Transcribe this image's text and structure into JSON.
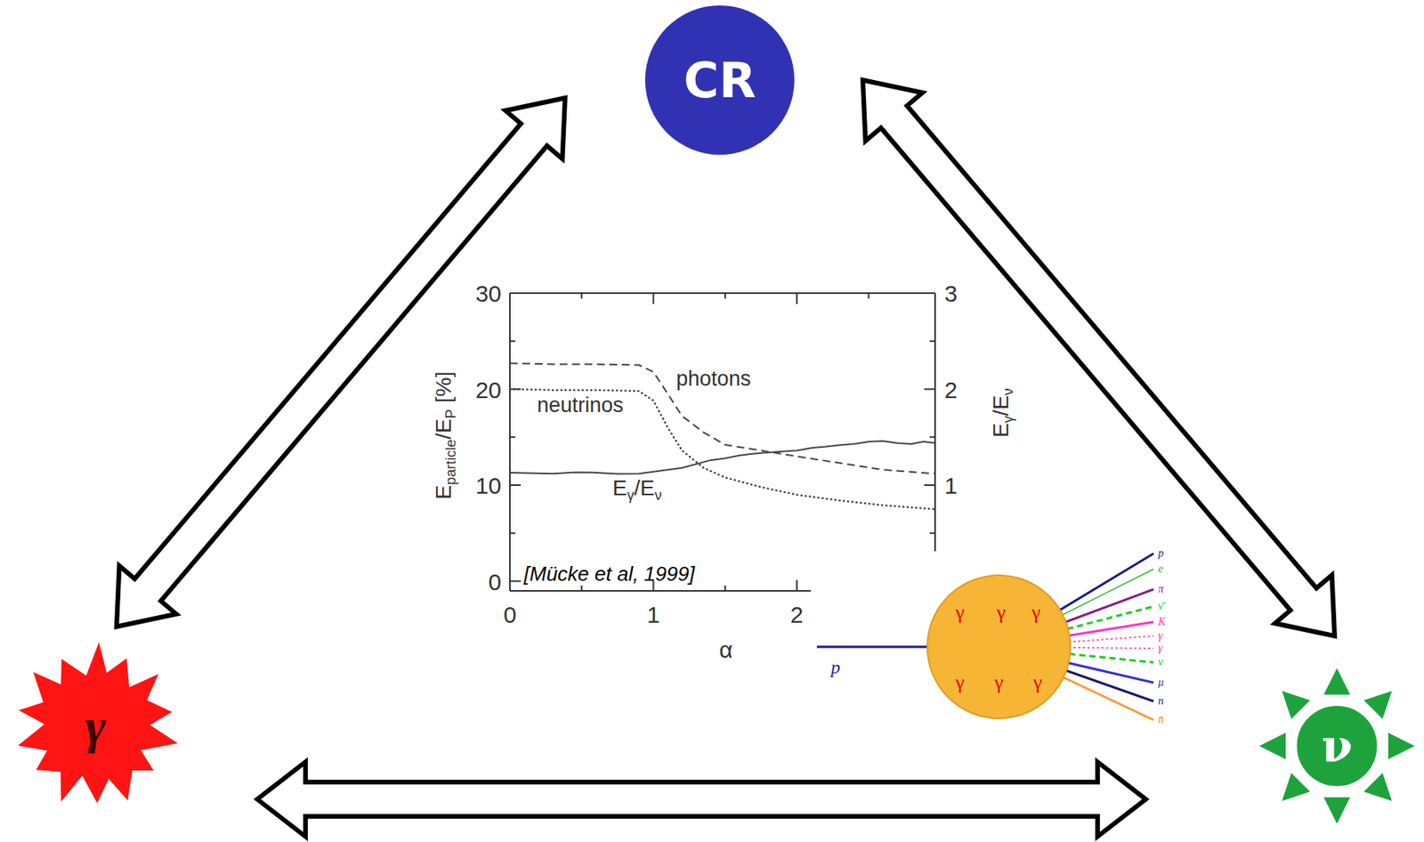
{
  "diagram": {
    "nodes": [
      {
        "text": [
          "CR"
        ]
      },
      {
        "text": [
          "γ"
        ]
      },
      {
        "text": [
          "ν"
        ]
      },
      {
        "text": [
          "γ",
          "γ",
          "γ",
          "γ",
          "γ",
          "γ"
        ]
      }
    ],
    "edges": [
      {
        "from": 0,
        "to": 1,
        "arrow": "both"
      },
      {
        "from": 0,
        "to": 2,
        "arrow": "both"
      },
      {
        "from": 1,
        "to": 2,
        "arrow": "both"
      }
    ],
    "labels": [
      "30",
      "20",
      "10",
      "0",
      "3",
      "2",
      "1",
      "0",
      "1",
      "2",
      "α",
      "E",
      "particle",
      "/E",
      "P",
      "[%]",
      "E",
      "γ",
      "/E",
      "ν",
      "photons",
      "neutrinos",
      "E",
      "γ",
      "/E",
      "ν",
      "[Mücke et al, 1999]",
      "p",
      "p",
      "e",
      "π",
      "ν̄",
      "K",
      "γ",
      "γ",
      "ν",
      "μ",
      "n",
      "n̄"
    ]
  }
}
